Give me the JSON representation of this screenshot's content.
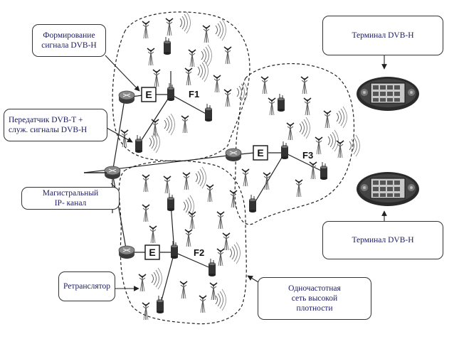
{
  "labels": {
    "formation": [
      "Формирование",
      "сигнала DVB-H"
    ],
    "transmitter": [
      "Передатчик DVB-T  +",
      "служ. сигналы DVB-H"
    ],
    "backbone": [
      "Магистральный",
      "IP- канал"
    ],
    "repeater": "Ретранслятор",
    "sfn": [
      "Одночастотная",
      "сеть высокой",
      "плотности"
    ],
    "terminal_top": "Терминал DVB-H",
    "terminal_bottom": "Терминал DVB-H"
  },
  "cells": {
    "f1": "F1",
    "f2": "F2",
    "f3": "F3",
    "encoder": "E"
  },
  "colors": {
    "callout_text": "#1a1a60",
    "router": "#5a5a5a",
    "line": "#222222"
  }
}
